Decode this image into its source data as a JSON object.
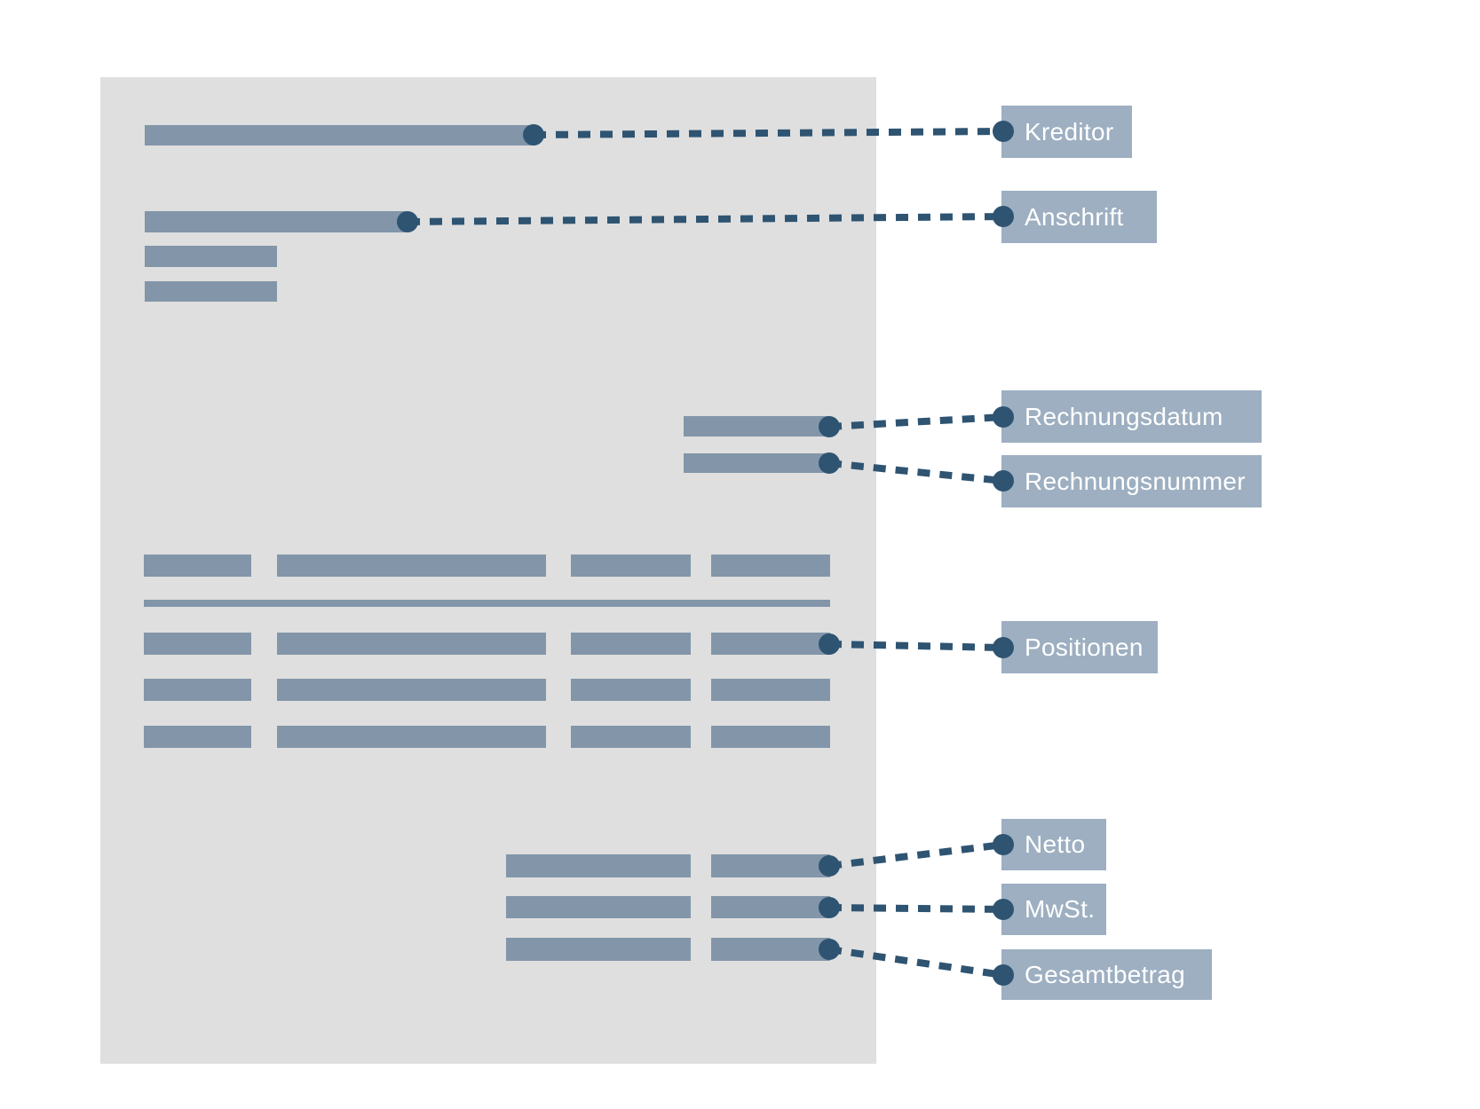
{
  "annotations": [
    {
      "id": "kreditor",
      "label": "Kreditor"
    },
    {
      "id": "anschrift",
      "label": "Anschrift"
    },
    {
      "id": "rechnungsdatum",
      "label": "Rechnungsdatum"
    },
    {
      "id": "rechnungsnummer",
      "label": "Rechnungsnummer"
    },
    {
      "id": "positionen",
      "label": "Positionen"
    },
    {
      "id": "netto",
      "label": "Netto"
    },
    {
      "id": "mwst",
      "label": "MwSt."
    },
    {
      "id": "gesamtbetrag",
      "label": "Gesamtbetrag"
    }
  ],
  "colors": {
    "page_bg": "#ffffff",
    "document_bg": "#dfdfdf",
    "placeholder_bar": "#8396a9",
    "label_bg": "#9dafc1",
    "label_text": "#ffffff",
    "connector": "#2e5472"
  }
}
